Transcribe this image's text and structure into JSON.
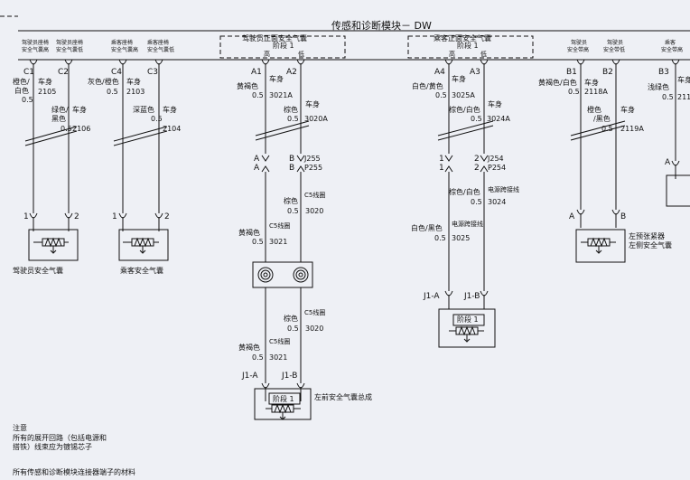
{
  "module": {
    "title": "传感和诊断模块－ DW"
  },
  "groups": {
    "driver_front": {
      "title": "驾驶员正面安全气囊",
      "stage": "阶段 1"
    },
    "pass_front": {
      "title": "乘客正面安全气囊",
      "stage": "阶段 1"
    }
  },
  "terminals": {
    "hi": "高",
    "lo": "低",
    "drv_seat_hi": [
      "驾驶员座椅",
      "安全气囊高"
    ],
    "drv_seat_lo": [
      "驾驶员座椅",
      "安全气囊低"
    ],
    "pas_seat_hi": [
      "乘客座椅",
      "安全气囊高"
    ],
    "pas_seat_lo": [
      "乘客座椅",
      "安全气囊低"
    ],
    "drv_belt_hi": [
      "驾驶员",
      "安全带高"
    ],
    "drv_belt_lo": [
      "驾驶员",
      "安全带低"
    ],
    "pas_belt_hi": [
      "乘客",
      "安全带高"
    ]
  },
  "pins": {
    "c1": "C1",
    "c2": "C2",
    "c4": "C4",
    "c3": "C3",
    "a1": "A1",
    "a2": "A2",
    "a4": "A4",
    "a3": "A3",
    "b1": "B1",
    "b2": "B2",
    "b3": "B3",
    "a": "A",
    "b": "B",
    "one": "1",
    "two": "2",
    "j255": "J255",
    "p255": "P255",
    "j254": "J254",
    "p254": "P254",
    "j1a": "J1-A",
    "j1b": "J1-B"
  },
  "wires": {
    "w2105": {
      "color": [
        "橙色/",
        "白色"
      ],
      "gauge": "0.5",
      "num": "2105"
    },
    "w2106": {
      "color": [
        "绿色/",
        "黑色"
      ],
      "gauge": "0.5",
      "num": "2106"
    },
    "w2103": {
      "color": "灰色/橙色",
      "gauge": "0.5",
      "num": "2103"
    },
    "w2104": {
      "color": "深蓝色",
      "gauge": "0.5",
      "num": "2104"
    },
    "w3021a": {
      "color": "黄褐色",
      "gauge": "0.5",
      "num": "3021A"
    },
    "w3020a": {
      "color": "棕色",
      "gauge": "0.5",
      "num": "3020A"
    },
    "w3025a": {
      "color": "白色/黄色",
      "gauge": "0.5",
      "num": "3025A"
    },
    "w3024a": {
      "color": "棕色/白色",
      "gauge": "0.5",
      "num": "3024A"
    },
    "w2118a": {
      "color": "黄褐色/白色",
      "gauge": "0.5",
      "num": "2118A"
    },
    "w2119a": {
      "color": [
        "橙色",
        "/黑色"
      ],
      "gauge": "0.5",
      "num": "2119A"
    },
    "w211x": {
      "color": "浅绿色",
      "gauge": "0.5",
      "num": "211"
    },
    "w3020": {
      "color": "棕色",
      "gauge": "0.5",
      "num": "3020"
    },
    "w3021": {
      "color": "黄褐色",
      "gauge": "0.5",
      "num": "3021"
    },
    "w3024": {
      "color": "棕色/白色",
      "gauge": "0.5",
      "num": "3024"
    },
    "w3025": {
      "color": "白色/黑色",
      "gauge": "0.5",
      "num": "3025"
    }
  },
  "labels": {
    "body": "车身",
    "body_short": "车身",
    "c5": "C5线圈",
    "coil_cable": "电源跨接线"
  },
  "components": {
    "driver_airbag": "驾驶员安全气囊",
    "pass_airbag": "乘客安全气囊",
    "left_front_airbag": "左前安全气囊总成",
    "left_pretensioner": [
      "左预张紧器",
      "左侧安全气囊"
    ],
    "stage1": "阶段 1"
  },
  "notes": {
    "title": "注意",
    "line1": "所有的展开回路（包括电源和",
    "line2": "搭铁）线束应为镀锡芯子",
    "line3": "所有传感和诊断模块连接器端子的材料"
  }
}
